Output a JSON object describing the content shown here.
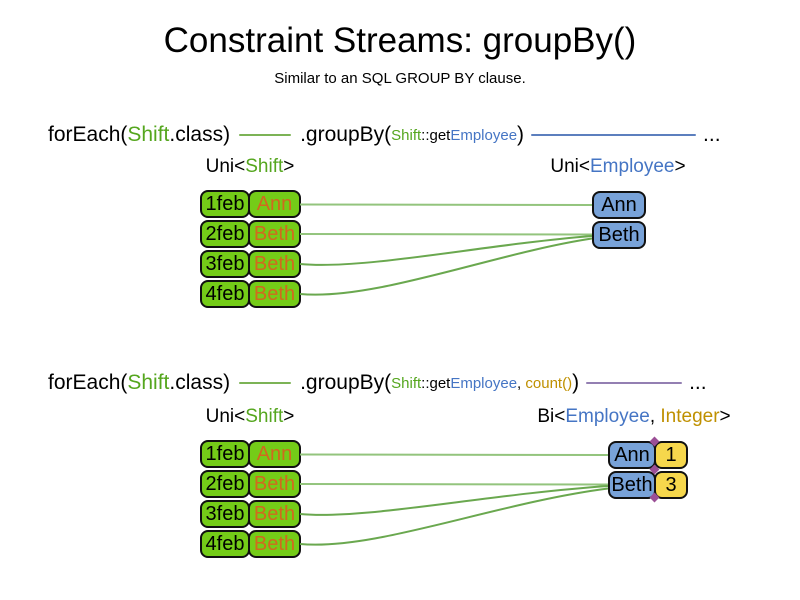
{
  "title": "Constraint Streams: groupBy()",
  "subtitle": "Similar to an SQL GROUP BY clause.",
  "colors": {
    "shift_green_fill": "#74cc18",
    "employee_blue_fill": "#78a2d8",
    "integer_yellow_fill": "#f6d74c",
    "green_text": "#55a61e",
    "blue_text": "#4575c4",
    "gold_text": "#bf9000",
    "orange_text": "#d2691e",
    "green_line": "#6aa84f",
    "light_green_line": "#93c47d",
    "blue_line": "#5c7fbe",
    "purple_line": "#937fb2",
    "diamond_purple": "#9b4f96"
  },
  "code_line_1": {
    "foreach": "forEach(",
    "foreach_type": "Shift",
    "foreach_rest": ".class)",
    "groupby": ".groupBy(",
    "arg_class": "Shift",
    "arg_accessor": "::get",
    "arg_type": "Employee",
    "close_paren": ")",
    "ellipsis": "..."
  },
  "code_line_2": {
    "foreach": "forEach(",
    "foreach_type": "Shift",
    "foreach_rest": ".class)",
    "groupby": ".groupBy(",
    "arg_class": "Shift",
    "arg_accessor": "::get",
    "arg_type": "Employee",
    "comma": ", ",
    "collector": "count()",
    "close_paren": ")",
    "ellipsis": "..."
  },
  "diagram_1": {
    "left_label": {
      "prefix": "Uni<",
      "type": "Shift",
      "suffix": ">"
    },
    "right_label": {
      "prefix": "Uni<",
      "type": "Employee",
      "suffix": ">"
    },
    "shifts": [
      {
        "date": "1feb",
        "employee": "Ann"
      },
      {
        "date": "2feb",
        "employee": "Beth"
      },
      {
        "date": "3feb",
        "employee": "Beth"
      },
      {
        "date": "4feb",
        "employee": "Beth"
      }
    ],
    "groups": [
      {
        "employee": "Ann"
      },
      {
        "employee": "Beth"
      }
    ]
  },
  "diagram_2": {
    "left_label": {
      "prefix": "Uni<",
      "type": "Shift",
      "suffix": ">"
    },
    "right_label": {
      "prefix": "Bi<",
      "type1": "Employee",
      "separator": ", ",
      "type2": "Integer",
      "suffix": ">"
    },
    "shifts": [
      {
        "date": "1feb",
        "employee": "Ann"
      },
      {
        "date": "2feb",
        "employee": "Beth"
      },
      {
        "date": "3feb",
        "employee": "Beth"
      },
      {
        "date": "4feb",
        "employee": "Beth"
      }
    ],
    "groups": [
      {
        "employee": "Ann",
        "count": "1"
      },
      {
        "employee": "Beth",
        "count": "3"
      }
    ]
  }
}
